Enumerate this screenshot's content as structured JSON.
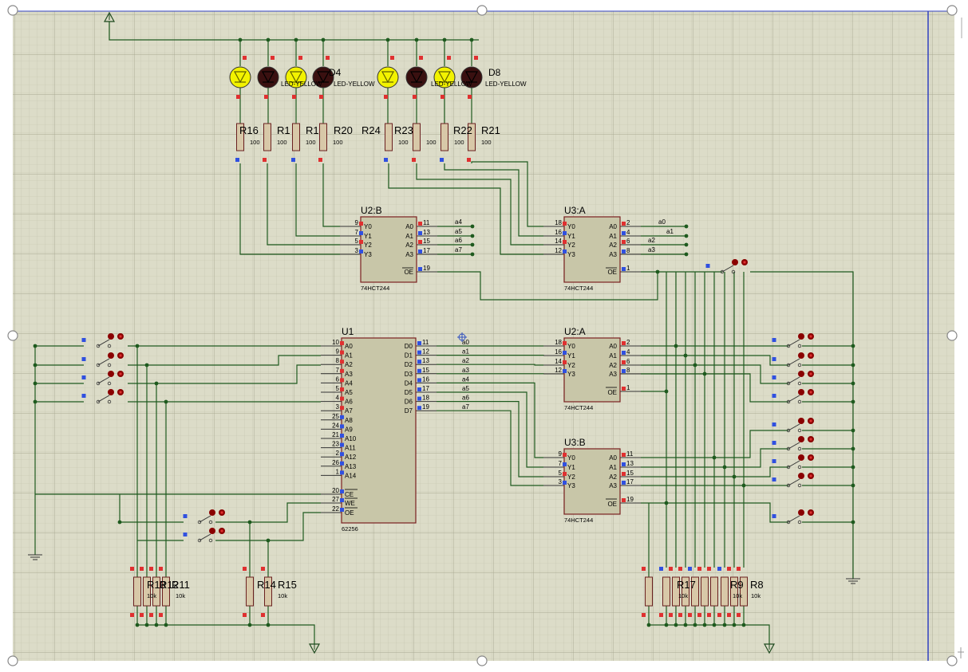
{
  "leds_left": [
    {
      "label": "",
      "lit": true
    },
    {
      "label": "",
      "lit": false
    },
    {
      "label": "",
      "lit": true
    },
    {
      "label": "D4",
      "lit": false
    }
  ],
  "leds_right": [
    {
      "label": "",
      "lit": true
    },
    {
      "label": "",
      "lit": false
    },
    {
      "label": "",
      "lit": true
    },
    {
      "label": "D8",
      "lit": false
    }
  ],
  "led_type_left": "LED-YELLOW",
  "led_type_right": "LED-YELLOW",
  "led_resistors": [
    {
      "name": "R16",
      "value": "100"
    },
    {
      "name": "R1",
      "value": "100"
    },
    {
      "name": "R1",
      "value": "100"
    },
    {
      "name": "R20",
      "value": "100"
    },
    {
      "name": "R24",
      "value": "100"
    },
    {
      "name": "R23",
      "value": "100"
    },
    {
      "name": "R22",
      "value": "100"
    },
    {
      "name": "R21",
      "value": "100"
    }
  ],
  "chips": {
    "u2b": {
      "name": "U2:B",
      "part": "74HCT244",
      "left_pins": [
        {
          "num": "9",
          "label": "Y0"
        },
        {
          "num": "7",
          "label": "Y1"
        },
        {
          "num": "5",
          "label": "Y2"
        },
        {
          "num": "3",
          "label": "Y3"
        }
      ],
      "right_pins": [
        {
          "num": "11",
          "label": "A0",
          "net": "a4"
        },
        {
          "num": "13",
          "label": "A1",
          "net": "a5"
        },
        {
          "num": "15",
          "label": "A2",
          "net": "a6"
        },
        {
          "num": "17",
          "label": "A3",
          "net": "a7"
        }
      ],
      "oe_pin": "19",
      "oe_label": "OE"
    },
    "u3a": {
      "name": "U3:A",
      "part": "74HCT244",
      "left_pins": [
        {
          "num": "18",
          "label": "Y0"
        },
        {
          "num": "16",
          "label": "Y1"
        },
        {
          "num": "14",
          "label": "Y2"
        },
        {
          "num": "12",
          "label": "Y3"
        }
      ],
      "right_pins": [
        {
          "num": "2",
          "label": "A0",
          "net": "a0"
        },
        {
          "num": "4",
          "label": "A1",
          "net": "a1"
        },
        {
          "num": "6",
          "label": "A2",
          "net": "a2"
        },
        {
          "num": "8",
          "label": "A3",
          "net": "a3"
        }
      ],
      "oe_pin": "1",
      "oe_label": "OE"
    },
    "u2a": {
      "name": "U2:A",
      "part": "74HCT244",
      "left_pins": [
        {
          "num": "18",
          "label": "Y0"
        },
        {
          "num": "16",
          "label": "Y1"
        },
        {
          "num": "14",
          "label": "Y2"
        },
        {
          "num": "12",
          "label": "Y3"
        }
      ],
      "right_pins": [
        {
          "num": "2",
          "label": "A0"
        },
        {
          "num": "4",
          "label": "A1"
        },
        {
          "num": "6",
          "label": "A2"
        },
        {
          "num": "8",
          "label": "A3"
        }
      ],
      "oe_pin": "1",
      "oe_label": "OE"
    },
    "u3b": {
      "name": "U3:B",
      "part": "74HCT244",
      "left_pins": [
        {
          "num": "9",
          "label": "Y0"
        },
        {
          "num": "7",
          "label": "Y1"
        },
        {
          "num": "5",
          "label": "Y2"
        },
        {
          "num": "3",
          "label": "Y3"
        }
      ],
      "right_pins": [
        {
          "num": "11",
          "label": "A0"
        },
        {
          "num": "13",
          "label": "A1"
        },
        {
          "num": "15",
          "label": "A2"
        },
        {
          "num": "17",
          "label": "A3"
        }
      ],
      "oe_pin": "19",
      "oe_label": "OE"
    },
    "u1": {
      "name": "U1",
      "part": "62256",
      "addr_pins": [
        {
          "num": "10",
          "label": "A0"
        },
        {
          "num": "9",
          "label": "A1"
        },
        {
          "num": "8",
          "label": "A2"
        },
        {
          "num": "7",
          "label": "A3"
        },
        {
          "num": "6",
          "label": "A4"
        },
        {
          "num": "5",
          "label": "A5"
        },
        {
          "num": "4",
          "label": "A6"
        },
        {
          "num": "3",
          "label": "A7"
        },
        {
          "num": "25",
          "label": "A8"
        },
        {
          "num": "24",
          "label": "A9"
        },
        {
          "num": "21",
          "label": "A10"
        },
        {
          "num": "23",
          "label": "A11"
        },
        {
          "num": "2",
          "label": "A12"
        },
        {
          "num": "26",
          "label": "A13"
        },
        {
          "num": "1",
          "label": "A14"
        }
      ],
      "ctrl_pins": [
        {
          "num": "20",
          "label": "CE"
        },
        {
          "num": "27",
          "label": "WE"
        },
        {
          "num": "22",
          "label": "OE"
        }
      ],
      "data_pins": [
        {
          "num": "11",
          "label": "D0",
          "net": "a0"
        },
        {
          "num": "12",
          "label": "D1",
          "net": "a1"
        },
        {
          "num": "13",
          "label": "D2",
          "net": "a2"
        },
        {
          "num": "15",
          "label": "D3",
          "net": "a3"
        },
        {
          "num": "16",
          "label": "D4",
          "net": "a4"
        },
        {
          "num": "17",
          "label": "D5",
          "net": "a5"
        },
        {
          "num": "18",
          "label": "D6",
          "net": "a6"
        },
        {
          "num": "19",
          "label": "D7",
          "net": "a7"
        }
      ]
    }
  },
  "pullup_left": {
    "names": [
      "R13",
      "R12",
      "R11"
    ],
    "value": "10k"
  },
  "pullup_mid": {
    "names": [
      "R14",
      "R15"
    ],
    "value": "10k"
  },
  "pullup_right": {
    "names": [
      "R17",
      "R9",
      "R8"
    ],
    "value": "10k"
  },
  "colors": {
    "grid_bg": "#dcdcc8",
    "grid_line": "#b9b9a3",
    "grid_major": "#a8a890",
    "wire": "#1e5a1e",
    "chip_fill": "#c8c6a8",
    "chip_border": "#7a2020",
    "pin_red": "#e03030",
    "pin_blue": "#3050e0",
    "led_on": "#f2f200",
    "led_off": "#3a1010",
    "switch_dot": "#8a0000",
    "border_blue": "#3040c0"
  },
  "icons": [
    "ground-symbol-icon",
    "power-arrow-icon",
    "resize-handle-icon",
    "cursor-crosshair-icon"
  ]
}
